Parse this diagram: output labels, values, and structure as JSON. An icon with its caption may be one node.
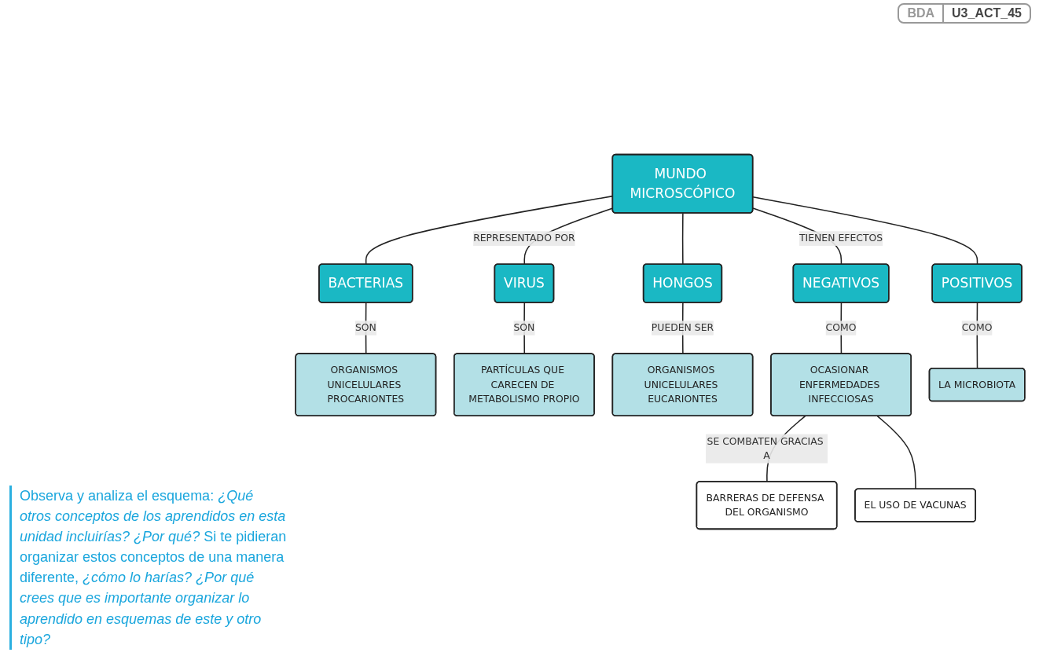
{
  "diagram": {
    "nodes": [
      {
        "text": [
          "MUNDO MICROSCÓPICO"
        ]
      },
      {
        "text": [
          "BACTERIAS"
        ]
      },
      {
        "text": [
          "VIRUS"
        ]
      },
      {
        "text": [
          "HONGOS"
        ]
      },
      {
        "text": [
          "NEGATIVOS"
        ]
      },
      {
        "text": [
          "POSITIVOS"
        ]
      },
      {
        "text": [
          "ORGANISMOS UNICELULARES PROCARIONTES"
        ]
      },
      {
        "text": [
          "PARTÍCULAS QUE CARECEN DE METABOLISMO PROPIO"
        ]
      },
      {
        "text": [
          "ORGANISMOS UNICELULARES EUCARIONTES"
        ]
      },
      {
        "text": [
          "OCASIONAR ENFERMEDADES INFECCIOSAS"
        ]
      },
      {
        "text": [
          "LA MICROBIOTA"
        ]
      },
      {
        "text": [
          "BARRERAS DE DEFENSA DEL ORGANISMO"
        ]
      },
      {
        "text": [
          "EL USO DE VACUNAS"
        ]
      }
    ],
    "edges": [
      {
        "from": 0,
        "to": 1,
        "arrow": "none"
      },
      {
        "from": 0,
        "to": 2,
        "arrow": "none",
        "label": "REPRESENTADO POR"
      },
      {
        "from": 0,
        "to": 3,
        "arrow": "none"
      },
      {
        "from": 0,
        "to": 4,
        "arrow": "none",
        "label": "TIENEN EFECTOS"
      },
      {
        "from": 0,
        "to": 5,
        "arrow": "none"
      },
      {
        "from": 1,
        "to": 6,
        "arrow": "none",
        "label": "SON"
      },
      {
        "from": 2,
        "to": 7,
        "arrow": "none",
        "label": "SON"
      },
      {
        "from": 3,
        "to": 8,
        "arrow": "none",
        "label": "PUEDEN SER"
      },
      {
        "from": 4,
        "to": 9,
        "arrow": "none",
        "label": "COMO"
      },
      {
        "from": 5,
        "to": 10,
        "arrow": "none",
        "label": "COMO"
      },
      {
        "from": 9,
        "to": 11,
        "arrow": "none",
        "label": "SE COMBATEN GRACIAS A"
      },
      {
        "from": 9,
        "to": 12,
        "arrow": "none"
      }
    ],
    "labels": [
      "BDA",
      "U3_ACT_45",
      "Observa y analiza el esquema: *¿Qué otros conceptos de los aprendidos en esta unidad incluirías? ¿Por qué?* Si te pidieran organizar estos conceptos de una manera diferente, *¿cómo lo harías? ¿Por qué crees que es importante organizar lo aprendido en esquemas de este y otro tipo?*"
    ]
  }
}
